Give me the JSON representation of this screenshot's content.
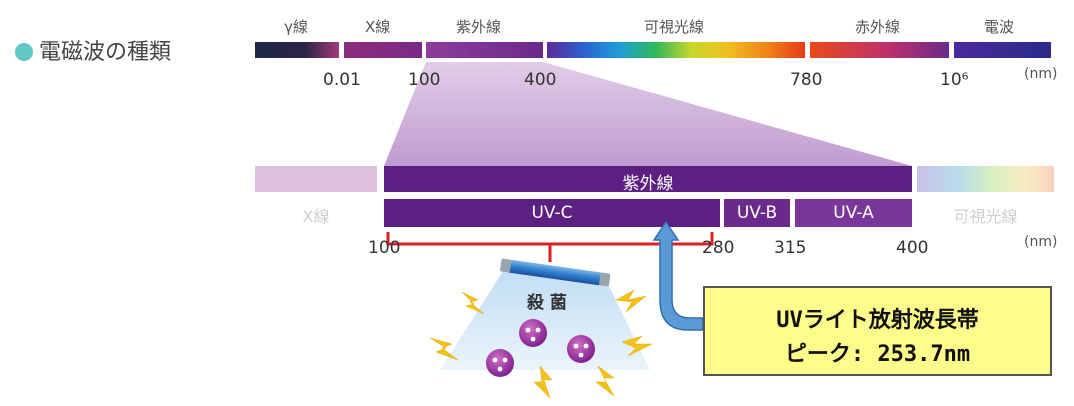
{
  "title": "電磁波の種類",
  "spectrum": {
    "labels": {
      "gamma": "γ線",
      "xray": "X線",
      "uv": "紫外線",
      "visible": "可視光線",
      "infrared": "赤外線",
      "radio": "電波"
    },
    "ticks": [
      "0.01",
      "100",
      "400",
      "780",
      "10⁶"
    ],
    "unit": "(nm)"
  },
  "uv_detail": {
    "uv_band_label": "紫外線",
    "left_label": "X線",
    "right_label": "可視光線",
    "uvc": "UV-C",
    "uvb": "UV-B",
    "uva": "UV-A",
    "ticks": [
      "100",
      "280",
      "315",
      "400"
    ],
    "unit": "(nm)"
  },
  "sterilize_label": "殺 菌",
  "callout": {
    "line1": "UVライト放射波長帯",
    "line2": "ピーク: 253.7nm"
  },
  "colors": {
    "uv_purple": "#5c1f82",
    "uv_purple_light": "#7a3699",
    "dot_teal": "#5fc7c4",
    "bracket_red": "#e02020",
    "callout_yellow": "#fdfb8a",
    "arrow_blue": "#5b9bd5"
  }
}
